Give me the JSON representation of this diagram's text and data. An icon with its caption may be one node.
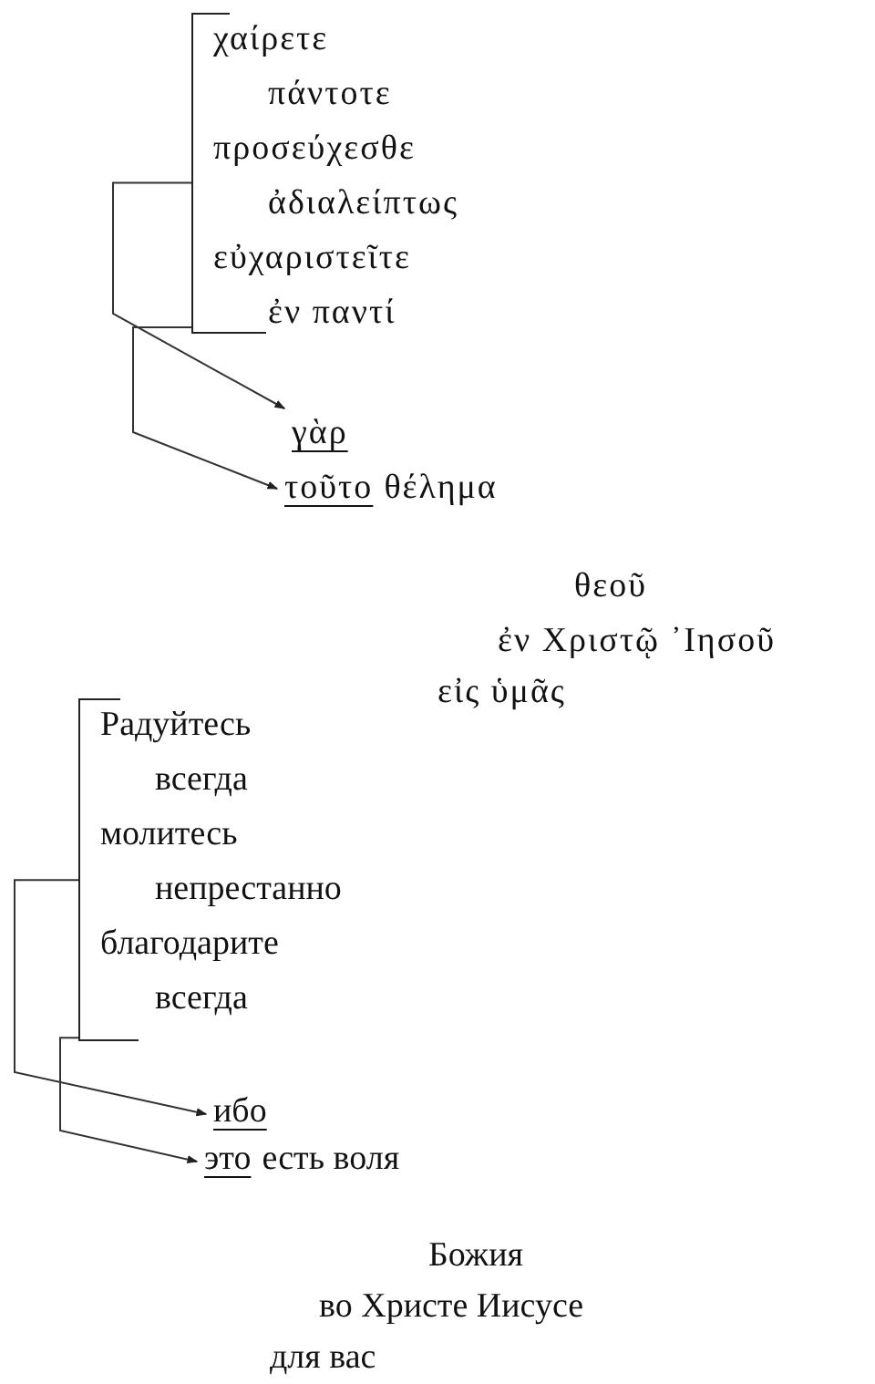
{
  "diagram": {
    "nodes": [
      {
        "text": [
          "χαίρετε",
          "πάντοτε",
          "προσεύχεσθε",
          "ἀδιαλείπτως",
          "εὐχαριστεῖτε",
          "ἐν παντί"
        ]
      },
      {
        "text": [
          "γὰρ"
        ]
      },
      {
        "text": [
          "τοῦτο",
          "θέλημα"
        ]
      },
      {
        "text": [
          "Радуйтесь",
          "всегда",
          "молитесь",
          "непрестанно",
          "благодарите",
          "всегда"
        ]
      },
      {
        "text": [
          "ибо"
        ]
      },
      {
        "text": [
          "это",
          "есть воля"
        ]
      }
    ],
    "edges": [
      {
        "from": 0,
        "to": 1,
        "arrow": "to"
      },
      {
        "from": 0,
        "to": 2,
        "arrow": "to"
      },
      {
        "from": 3,
        "to": 4,
        "arrow": "to"
      },
      {
        "from": 3,
        "to": 5,
        "arrow": "to"
      }
    ],
    "labels": [
      "θεοῦ",
      "ἐν Χριστῷ ᾿Ιησοῦ",
      "εἰς ὑμᾶς",
      "Божия",
      "во Христе Иисусе",
      "для вас"
    ]
  }
}
